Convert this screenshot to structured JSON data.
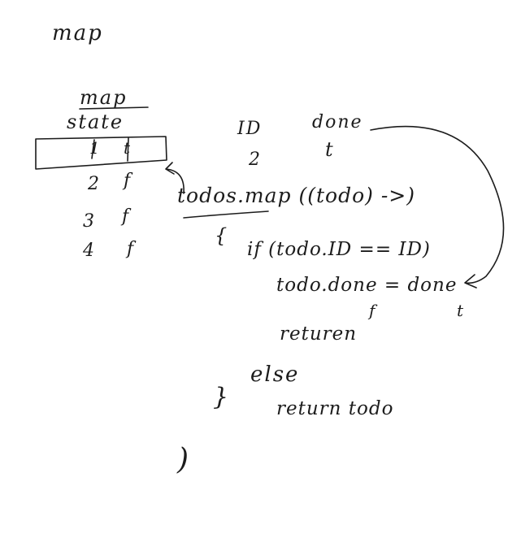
{
  "page": {
    "title": "map"
  },
  "state_box": {
    "title_line1": "map",
    "title_line2": "state",
    "cells": [
      "1",
      "t"
    ],
    "rows": [
      {
        "id": "2",
        "done": "f"
      },
      {
        "id": "3",
        "done": "f"
      },
      {
        "id": "4",
        "done": "f"
      }
    ]
  },
  "params": {
    "id_label": "ID",
    "done_label": "done",
    "id_value": "2",
    "done_value": "t"
  },
  "code": {
    "line1": "todos.map ((todo) ->)",
    "line2": "{",
    "line3": "if (todo.ID == ID)",
    "line4": "todo.done = done",
    "line4_annot_left": "f",
    "line4_annot_right": "t",
    "line5": "returen",
    "line6": "else",
    "line7": "return todo",
    "brace_close": "}",
    "paren_close": ")"
  }
}
